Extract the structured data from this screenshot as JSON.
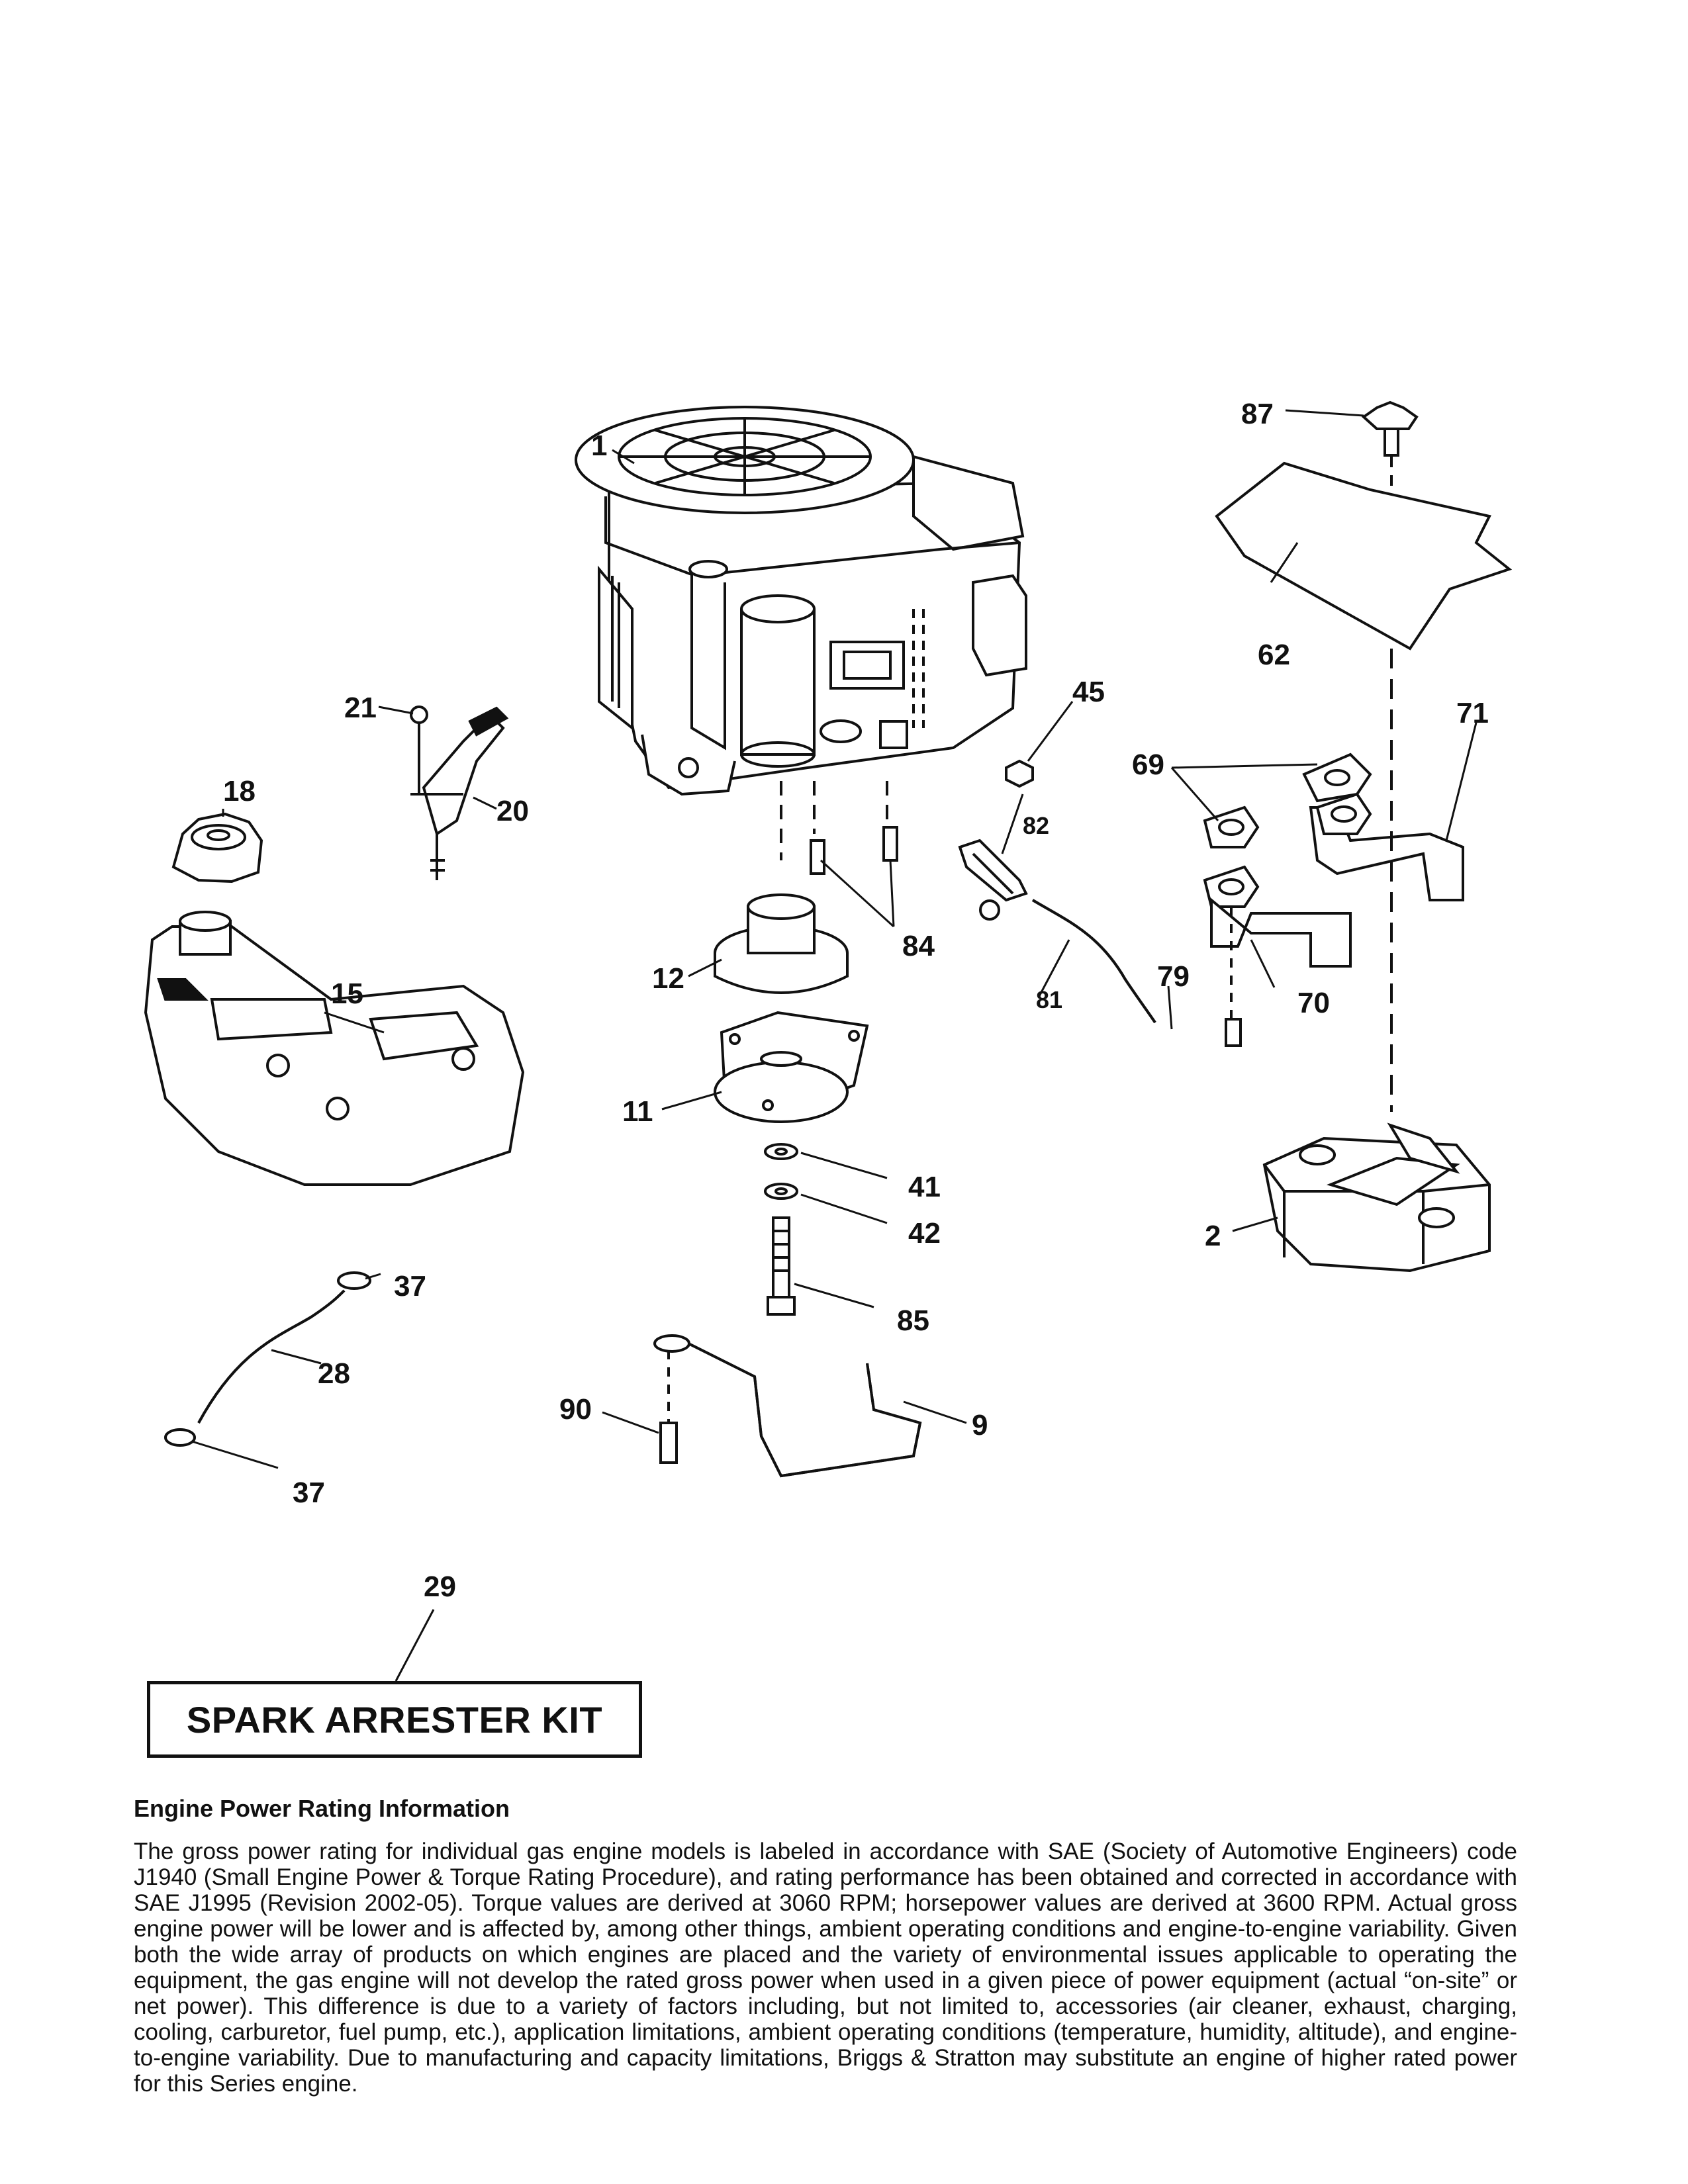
{
  "diagram": {
    "callouts": {
      "c1": "1",
      "c2": "2",
      "c9": "9",
      "c11": "11",
      "c12": "12",
      "c15": "15",
      "c18": "18",
      "c20": "20",
      "c21": "21",
      "c28": "28",
      "c29": "29",
      "c37a": "37",
      "c37b": "37",
      "c41": "41",
      "c42": "42",
      "c45": "45",
      "c62": "62",
      "c69": "69",
      "c70": "70",
      "c71": "71",
      "c79": "79",
      "c81": "81",
      "c82": "82",
      "c84": "84",
      "c85": "85",
      "c87": "87",
      "c90": "90"
    },
    "kit_label": "SPARK ARRESTER KIT"
  },
  "info": {
    "heading": "Engine Power Rating Information",
    "body": "The gross power rating for individual gas engine models is labeled in accordance with SAE (Society of Automotive Engineers) code J1940 (Small Engine Power & Torque Rating Procedure), and rating performance has been obtained and corrected in accordance with SAE J1995 (Revision 2002-05). Torque values are derived at 3060 RPM; horsepower values are derived at 3600 RPM. Actual gross engine power will be lower and is affected by, among other things, ambient operating conditions and engine-to-engine variability. Given both the wide array of products on which engines are placed and the variety of environmental issues applicable to operating the equipment, the gas engine will not develop the rated gross power when used in a given piece of power equipment (actual “on-site” or net power). This difference is due to a variety of factors including, but not limited to, accessories (air cleaner, exhaust, charging, cooling, carburetor, fuel pump, etc.), application limitations, ambient operating conditions (temperature, humidity, altitude), and engine-to-engine variability. Due to manufacturing and capacity limitations, Briggs & Stratton may substitute an engine of higher rated power for this Series engine."
  }
}
